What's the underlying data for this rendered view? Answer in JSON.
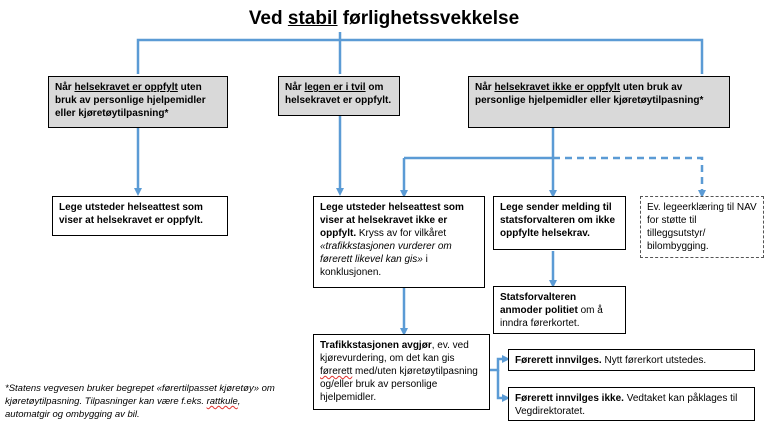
{
  "title": {
    "pre": "Ved ",
    "underlined": "stabil",
    "post": " førlighetssvekkelse"
  },
  "colors": {
    "arrow": "#5b9bd5",
    "dashed_arrow": "#5b9bd5",
    "grey_box": "#d9d9d9",
    "squiggle": "#e0302c"
  },
  "boxes": {
    "cond_fulfilled": {
      "prefix": "Når ",
      "underlined": "helsekravet er oppfylt",
      "rest": " uten bruk av personlige hjelpemidler eller kjøretøytilpasning*"
    },
    "cond_doubt": {
      "prefix": "Når ",
      "underlined": "legen er i tvil",
      "rest": " om helsekravet er oppfylt."
    },
    "cond_not_fulfilled": {
      "prefix": "Når ",
      "underlined": "helsekravet ikke er oppfylt",
      "rest": " uten bruk av personlige hjelpemidler eller kjøretøytilpasning*"
    },
    "cert_fulfilled": {
      "text": "Lege utsteder helseattest som viser at helsekravet er oppfylt."
    },
    "cert_not_fulfilled": {
      "bold": "Lege utsteder helseattest som viser at helsekravet ikke er oppfylt.",
      "normal": " Kryss av for vilkåret ",
      "italic": "«trafikkstasjonen vurderer om førerett likevel kan gis»",
      "tail": " i konklusjonen."
    },
    "report_statsforvalter": {
      "text": "Lege sender melding til statsforvalteren om ikke oppfylte helsekrav."
    },
    "ev_statement": {
      "text": "Ev. legeerklæring til NAV for støtte til tilleggsutstyr/ bilombygging."
    },
    "statsforvalter_request": {
      "bold": "Statsforvalteren anmoder politiet",
      "rest": " om å inndra førerkortet."
    },
    "trafikkstasjon": {
      "bold": "Trafikkstasjonen avgjør",
      "rest1": ", ev. ved kjørevurdering, om det kan gis ",
      "squiggle": "førerett",
      "rest2": " med/uten kjøretøytilpasning og/eller bruk av personlige hjelpemidler."
    },
    "granted": {
      "bold": "Førerett innvilges.",
      "rest": " Nytt førerkort utstedes."
    },
    "denied": {
      "bold": "Førerett innvilges ikke.",
      "rest": " Vedtaket kan påklages til Vegdirektoratet."
    }
  },
  "footnote": {
    "p1": "*Statens vegvesen bruker begrepet «førertilpasset kjøretøy» om kjøretøytilpasning. Tilpasninger kan være f.eks. ",
    "squiggle": "rattkule",
    "p2": ", automatgir og ombygging av bil."
  }
}
